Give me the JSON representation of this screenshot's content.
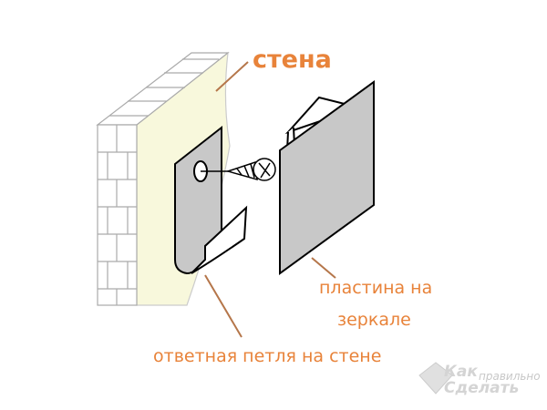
{
  "labels": {
    "wall": "стена",
    "plate_line1": "пластина на",
    "plate_line2": "зеркале",
    "loop": "ответная петля на стене"
  },
  "logo": {
    "word1": "Как",
    "word2": "правильно",
    "word3": "Сделать"
  },
  "colors": {
    "label": "#e8833a",
    "plate": "#c8c8c8",
    "wall_fill": "#f8f8dc"
  }
}
